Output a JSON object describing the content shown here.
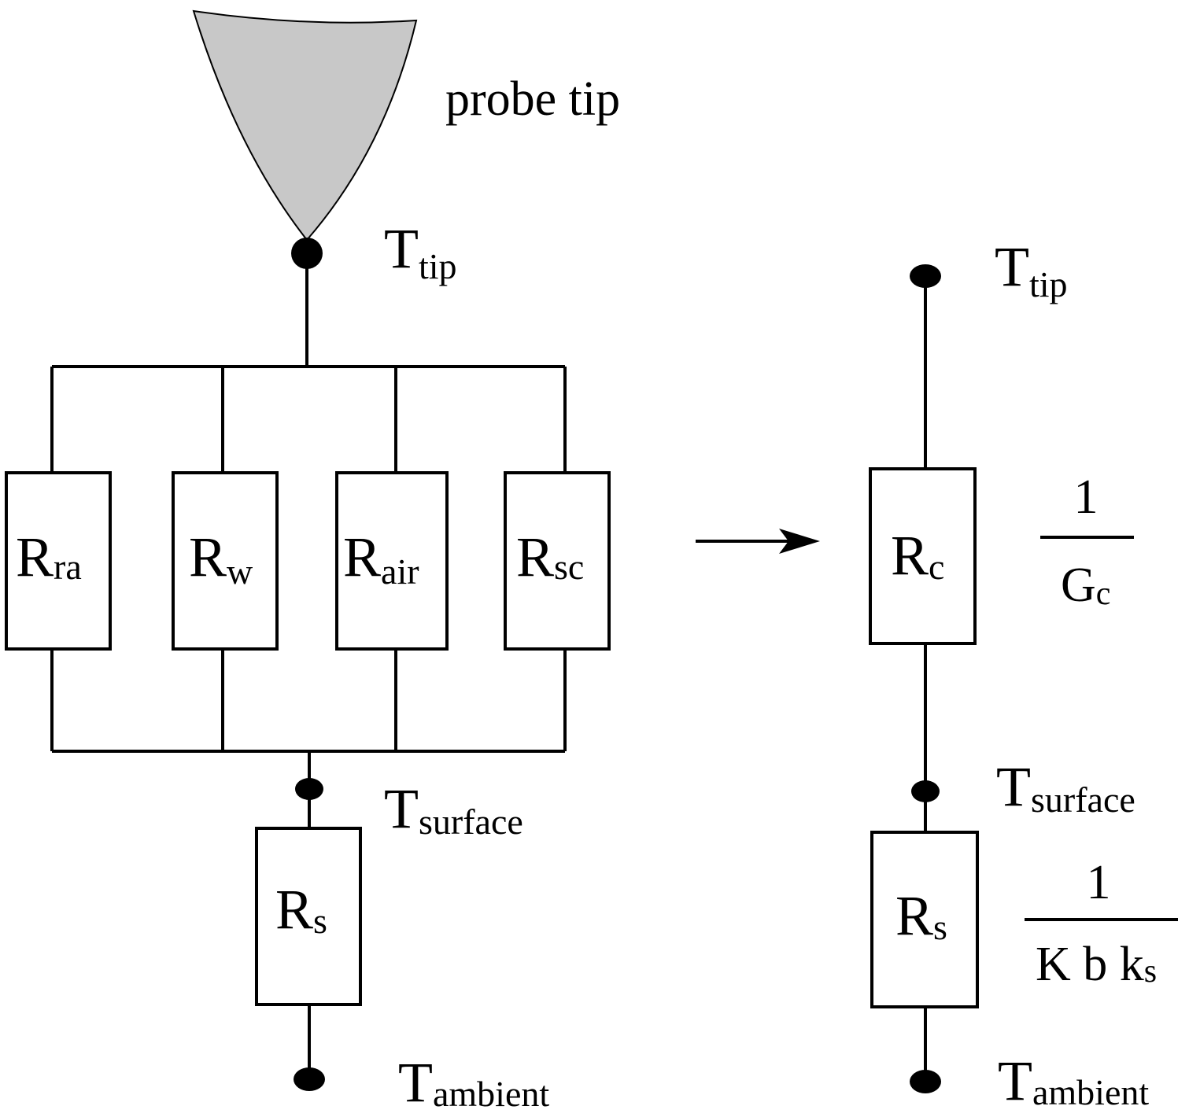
{
  "probe_label": "probe tip",
  "left_circuit": {
    "tip_node": {
      "main": "T",
      "sub": "tip"
    },
    "surface_node": {
      "main": "T",
      "sub": "surface"
    },
    "ambient_node": {
      "main": "T",
      "sub": "ambient"
    },
    "resistors": [
      {
        "main": "R",
        "sub": "ra"
      },
      {
        "main": "R",
        "sub": "w"
      },
      {
        "main": "R",
        "sub": "air"
      },
      {
        "main": "R",
        "sub": "sc"
      }
    ],
    "sample_resistor": {
      "main": "R",
      "sub": "s"
    }
  },
  "right_circuit": {
    "tip_node": {
      "main": "T",
      "sub": "tip"
    },
    "surface_node": {
      "main": "T",
      "sub": "surface"
    },
    "ambient_node": {
      "main": "T",
      "sub": "ambient"
    },
    "contact_resistor": {
      "main": "R",
      "sub": "c"
    },
    "sample_resistor": {
      "main": "R",
      "sub": "s"
    },
    "contact_formula": {
      "numerator": "1",
      "denominator_main": "G",
      "denominator_sub": "c"
    },
    "sample_formula": {
      "numerator": "1",
      "denominator_main": "K b k",
      "denominator_sub": "s"
    }
  },
  "colors": {
    "probe_fill": "#c8c8c8",
    "line": "#000000",
    "background": "#ffffff"
  }
}
